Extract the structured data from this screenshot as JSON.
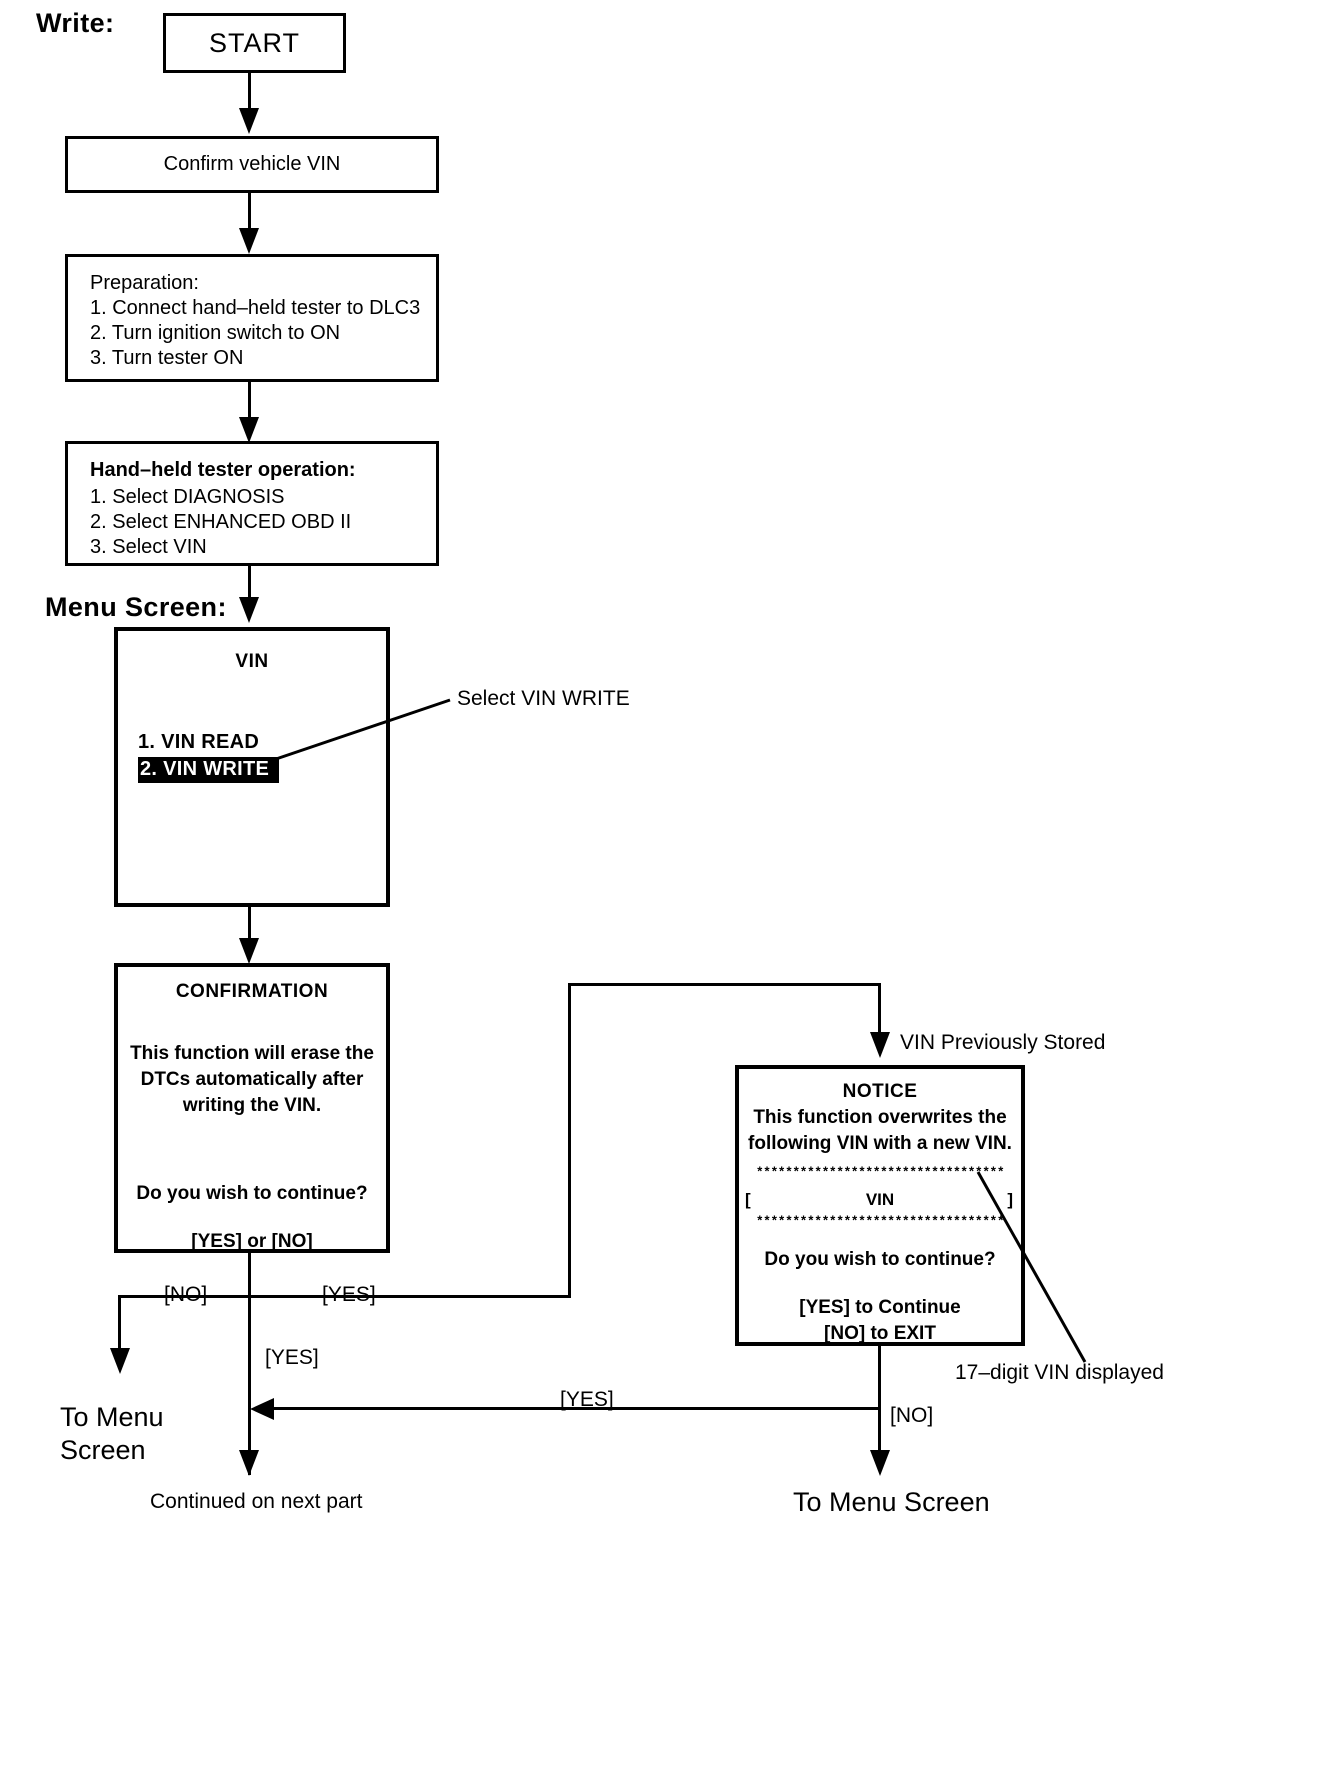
{
  "diagram": {
    "title_label": "Write:",
    "menu_screen_label": "Menu Screen:",
    "nodes": {
      "start": {
        "text": "START"
      },
      "confirm_vin": {
        "text": "Confirm vehicle VIN"
      },
      "preparation": {
        "heading": "Preparation:",
        "steps": [
          "1. Connect hand–held tester to DLC3",
          "2. Turn ignition switch to ON",
          "3. Turn tester ON"
        ]
      },
      "tester_operation": {
        "heading": "Hand–held tester operation:",
        "steps": [
          "1. Select DIAGNOSIS",
          "2. Select ENHANCED OBD II",
          "3. Select VIN"
        ]
      },
      "vin_menu": {
        "title": "VIN",
        "items": [
          {
            "label": "1. VIN READ",
            "selected": false
          },
          {
            "label": "2. VIN WRITE",
            "selected": true
          }
        ]
      },
      "confirmation": {
        "title": "CONFIRMATION",
        "body": [
          "This function will erase the",
          "DTCs automatically after",
          "writing the VIN."
        ],
        "question": "Do you wish to continue?",
        "options": "[YES] or [NO]"
      },
      "notice": {
        "title": "NOTICE",
        "body": [
          "This function overwrites the",
          "following VIN with a new VIN."
        ],
        "separator": "**********************************",
        "vin_row": {
          "left_bracket": "[",
          "value": "VIN",
          "right_bracket": "]"
        },
        "question": "Do you wish to continue?",
        "options": [
          "[YES] to Continue",
          "[NO] to EXIT"
        ]
      }
    },
    "callouts": {
      "select_vin_write": "Select VIN WRITE",
      "vin_previously_stored": "VIN Previously Stored",
      "vin_digits": "17–digit VIN displayed"
    },
    "edge_labels": {
      "no_left": "[NO]",
      "yes_right": "[YES]",
      "yes_down": "[YES]",
      "yes_return": "[YES]",
      "no_exit": "[NO]"
    },
    "terminals": {
      "to_menu_screen_left": "To Menu\nScreen",
      "continued": "Continued on next part",
      "to_menu_screen_right": "To Menu Screen"
    },
    "colors": {
      "ink": "#000000",
      "paper": "#ffffff",
      "selection_bg": "#000000",
      "selection_fg": "#ffffff"
    }
  }
}
